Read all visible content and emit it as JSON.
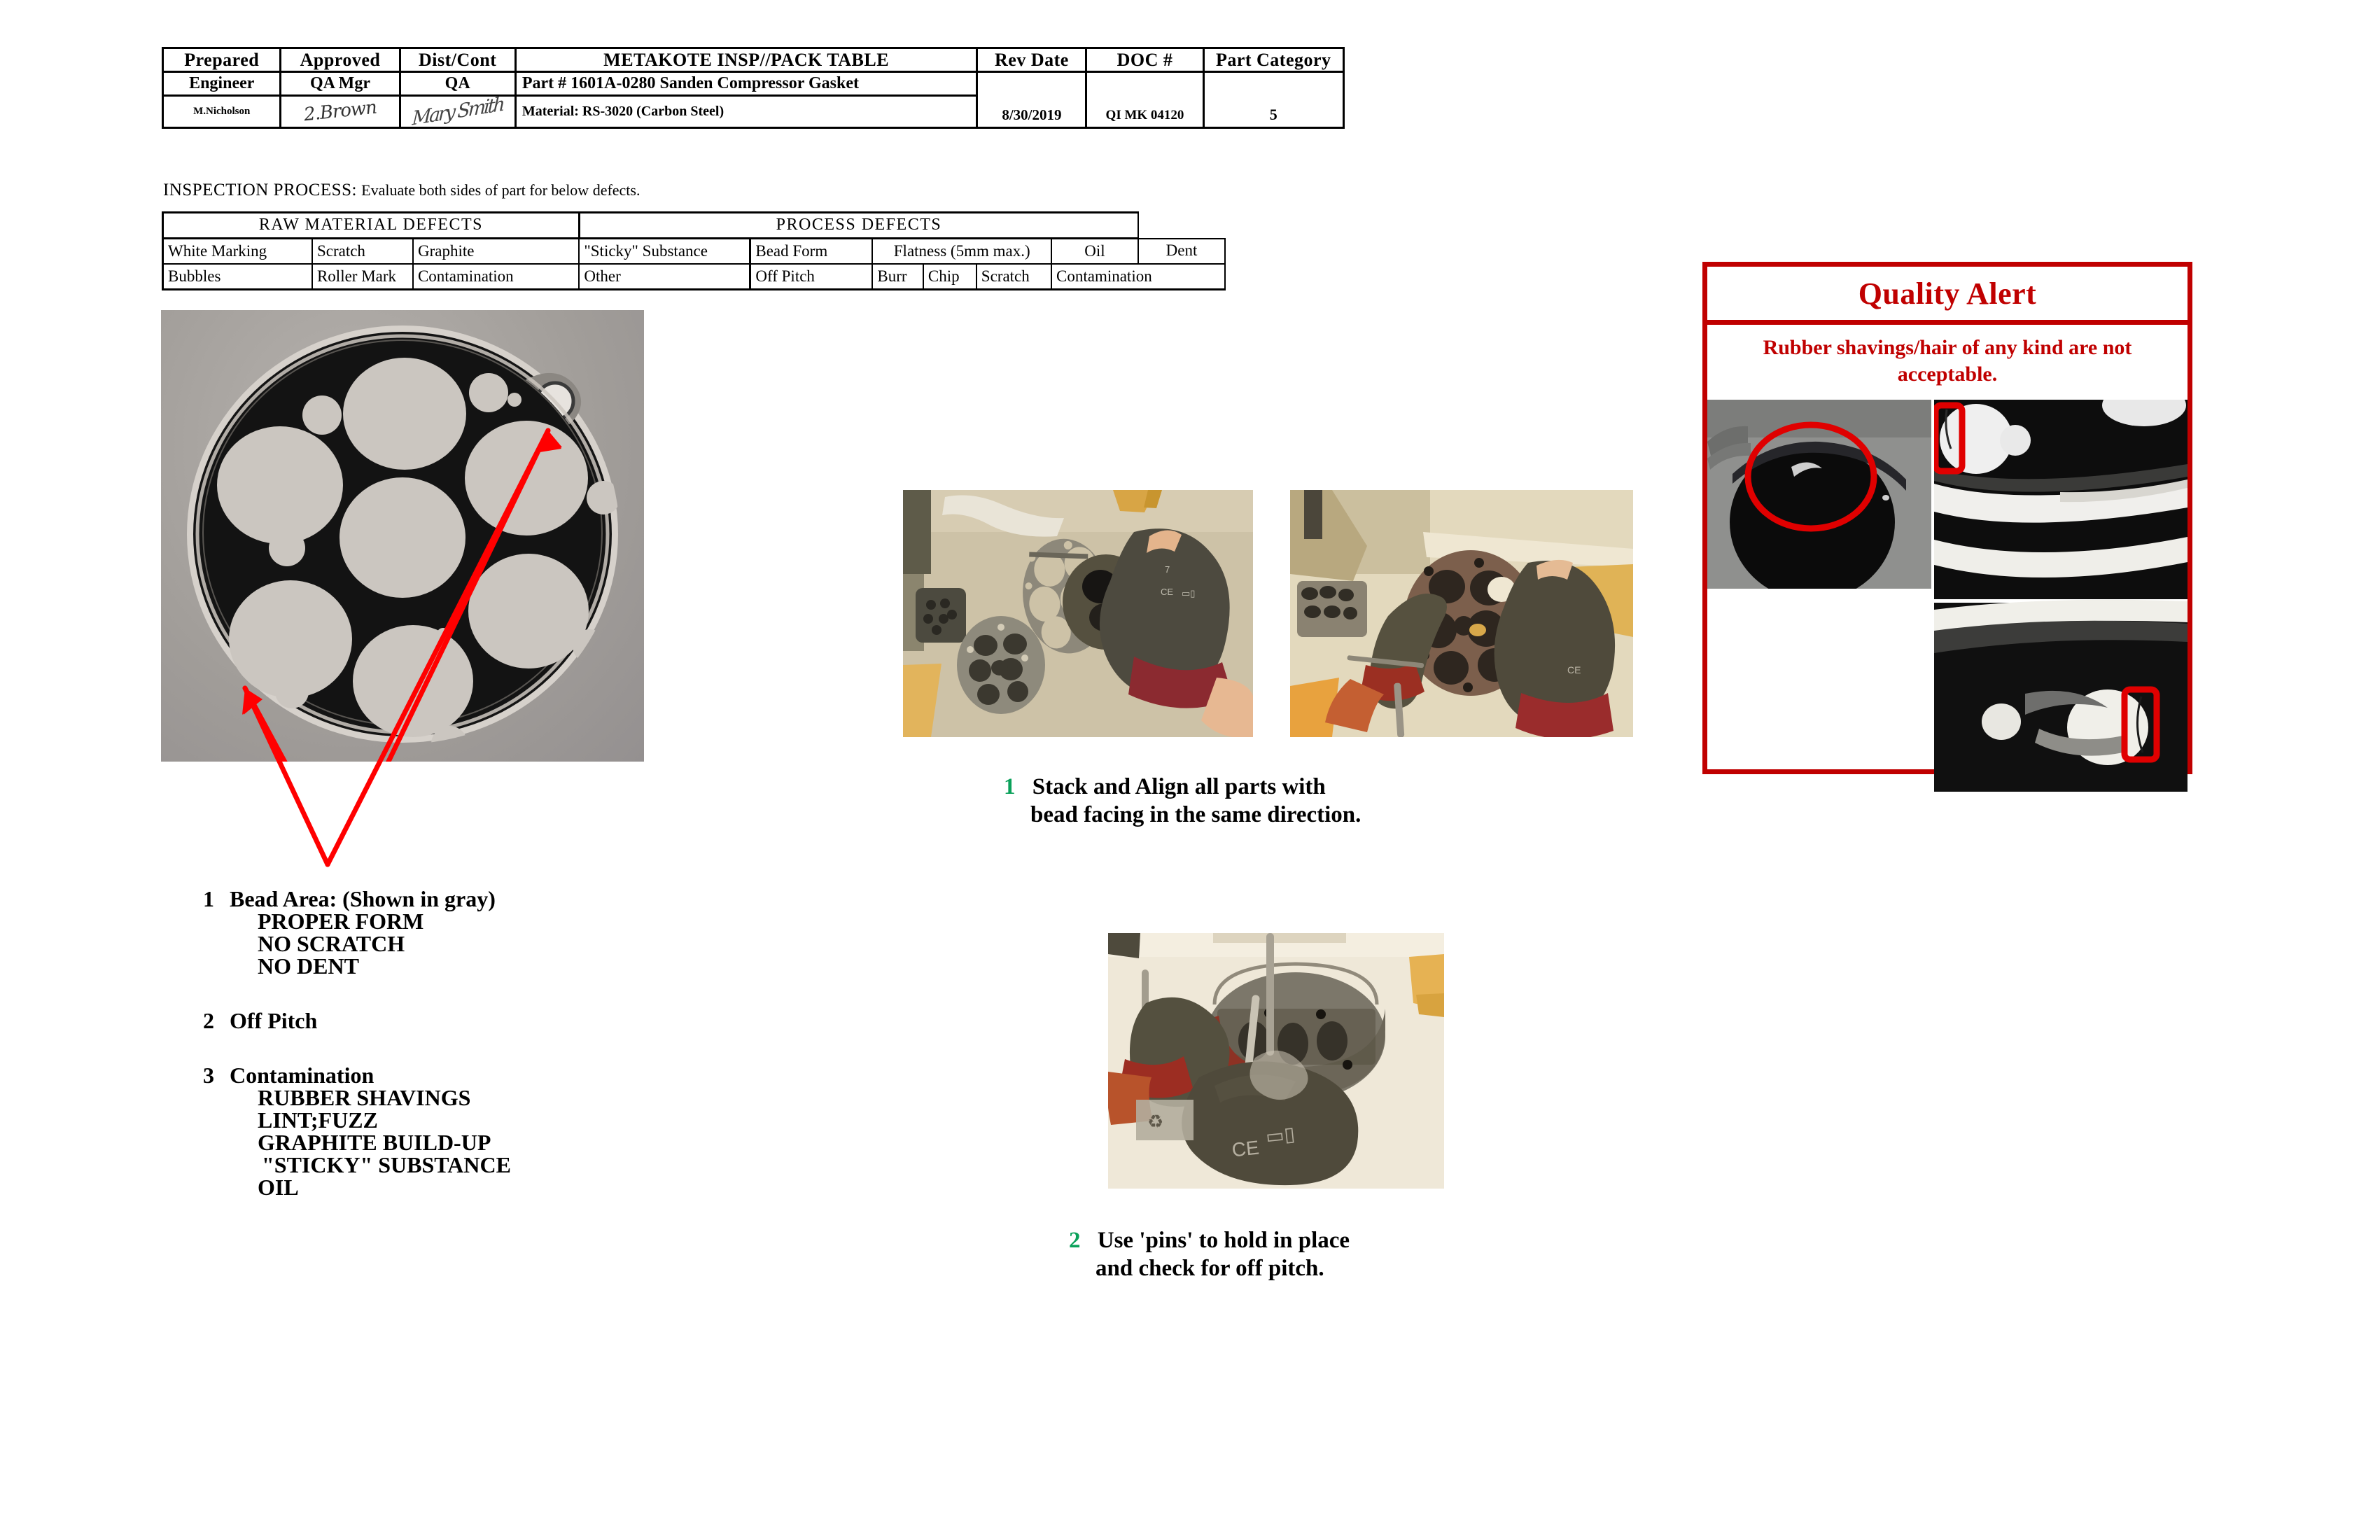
{
  "header_table": {
    "row1": [
      "Prepared",
      "Approved",
      "Dist/Cont",
      "METAKOTE  INSP//PACK  TABLE",
      "Rev Date",
      "DOC #",
      "Part Category"
    ],
    "row2_roles": [
      "Engineer",
      "QA Mgr",
      "QA"
    ],
    "row2_part": "Part # 1601A-0280 Sanden Compressor Gasket",
    "row3_names": [
      "M.Nicholson",
      "2.Brown",
      "Mary Smith"
    ],
    "row3_material": "Material: RS-3020  (Carbon Steel)",
    "rev_date": "8/30/2019",
    "doc_number": "QI MK 04120",
    "part_category": "5"
  },
  "inspection": {
    "label": "INSPECTION  PROCESS:",
    "text": "Evaluate both sides of part for below defects."
  },
  "defects_table": {
    "group_raw": "RAW  MATERIAL  DEFECTS",
    "group_process": "PROCESS  DEFECTS",
    "raw_row1": [
      "White Marking",
      "Scratch",
      "Graphite",
      "\"Sticky\" Substance"
    ],
    "raw_row2": [
      "Bubbles",
      "Roller Mark",
      "Contamination",
      "Other"
    ],
    "process_row1": [
      "Bead Form",
      "Flatness  (5mm max.)",
      "Oil",
      "Dent"
    ],
    "process_row2": [
      "Off Pitch",
      "Burr",
      "Chip",
      "Scratch",
      "Contamination"
    ]
  },
  "left_list": {
    "item1_num": "1",
    "item1_title": "Bead Area: (Shown in gray)",
    "item1_subs": [
      "PROPER FORM",
      "NO SCRATCH",
      "NO DENT"
    ],
    "item2_num": "2",
    "item2_title": "Off Pitch",
    "item3_num": "3",
    "item3_title": "Contamination",
    "item3_subs": [
      "RUBBER SHAVINGS",
      "LINT;FUZZ",
      "GRAPHITE BUILD-UP",
      "\"STICKY\" SUBSTANCE",
      "OIL"
    ]
  },
  "steps": {
    "step1_num": "1",
    "step1_line1": "Stack and Align all parts with",
    "step1_line2": "bead facing in the same direction.",
    "step2_num": "2",
    "step2_line1": "Use 'pins' to hold in place",
    "step2_line2": "and check for off pitch."
  },
  "quality_alert": {
    "title": "Quality Alert",
    "message_line1": "Rubber shavings/hair of any kind are not",
    "message_line2": "acceptable.",
    "accent_color": "#c00000"
  },
  "colors": {
    "arrow_red": "#ff0000",
    "step_number_green": "#0aa15a",
    "alert_red": "#c00000",
    "photo_background": "#a9a5a1"
  },
  "annotations": {
    "gasket_photo_arrows": [
      "arrow-to-bead-rim",
      "arrow-to-mounting-tab"
    ],
    "qa_marks": [
      "red-ellipse-hair-in-hole",
      "red-rectangle-hair-top",
      "red-rectangle-hair-bottom"
    ]
  }
}
